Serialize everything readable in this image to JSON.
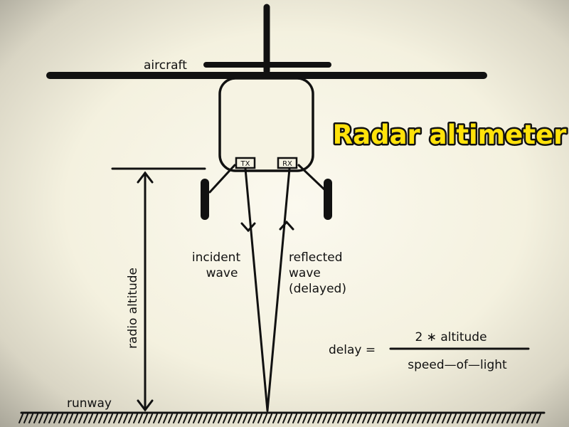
{
  "title": "Radar altimeter",
  "labels": {
    "aircraft": "aircraft",
    "tx": "TX",
    "rx": "RX",
    "incident_line1": "incident",
    "incident_line2": "wave",
    "reflected_line1": "reflected",
    "reflected_line2": "wave",
    "reflected_line3": "(delayed)",
    "radio_altitude": "radio altitude",
    "runway": "runway"
  },
  "formula": {
    "lhs": "delay =",
    "numerator": "2 ∗ altitude",
    "denominator": "speed—of—light"
  },
  "colors": {
    "title_fill": "#ffe20a",
    "ink": "#111111"
  }
}
